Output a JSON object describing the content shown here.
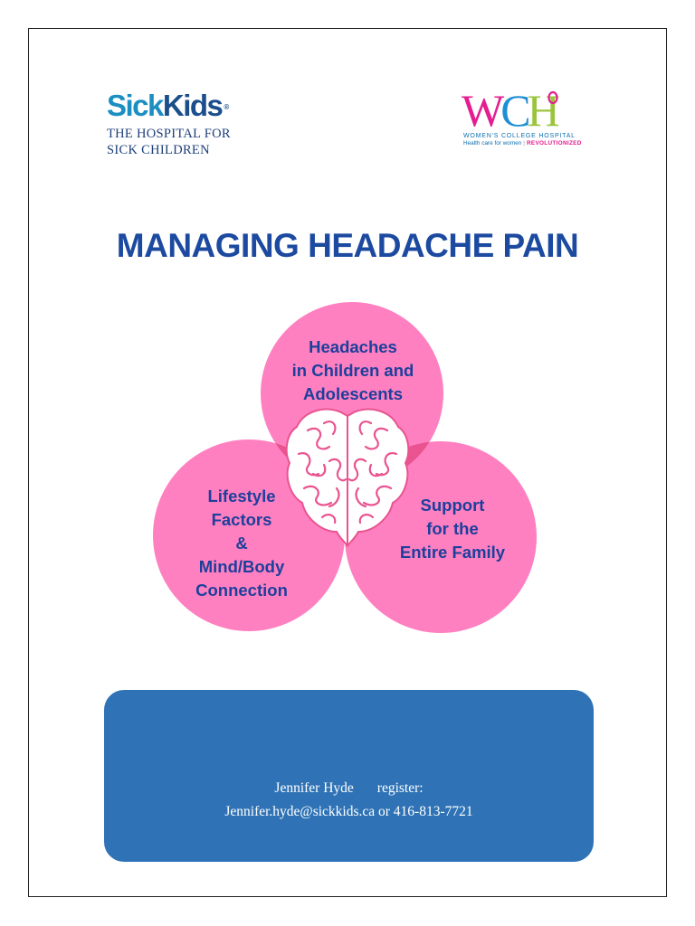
{
  "logos": {
    "sickkids": {
      "sick": "Sick",
      "kids": "Kids",
      "reg": "®",
      "line1": "THE HOSPITAL FOR",
      "line2": "SICK CHILDREN"
    },
    "wch": {
      "w": "W",
      "c": "C",
      "h": "H",
      "name": "WOMEN'S COLLEGE HOSPITAL",
      "tag_a": "Health care for women",
      "tag_sep": "|",
      "tag_b": "REVOLUTIONIZED"
    }
  },
  "title": "MANAGING HEADACHE PAIN",
  "venn": {
    "circle_color": "#ff80c0",
    "overlap_color": "#e9538f",
    "top": [
      "Headaches",
      "in Children and",
      "Adolescents"
    ],
    "left": [
      "Lifestyle",
      "Factors",
      "&",
      "Mind/Body",
      "Connection"
    ],
    "right": [
      "Support",
      "for the",
      "Entire Family"
    ]
  },
  "contact": {
    "name": "Jennifer Hyde",
    "register": "register:",
    "details": "Jennifer.hyde@sickkids.ca or 416-813-7721"
  },
  "colors": {
    "title": "#1c4aa0",
    "contact_box": "#2f73b6",
    "sickkids_light": "#1b8fc2",
    "sickkids_dark": "#1a4f8c"
  }
}
